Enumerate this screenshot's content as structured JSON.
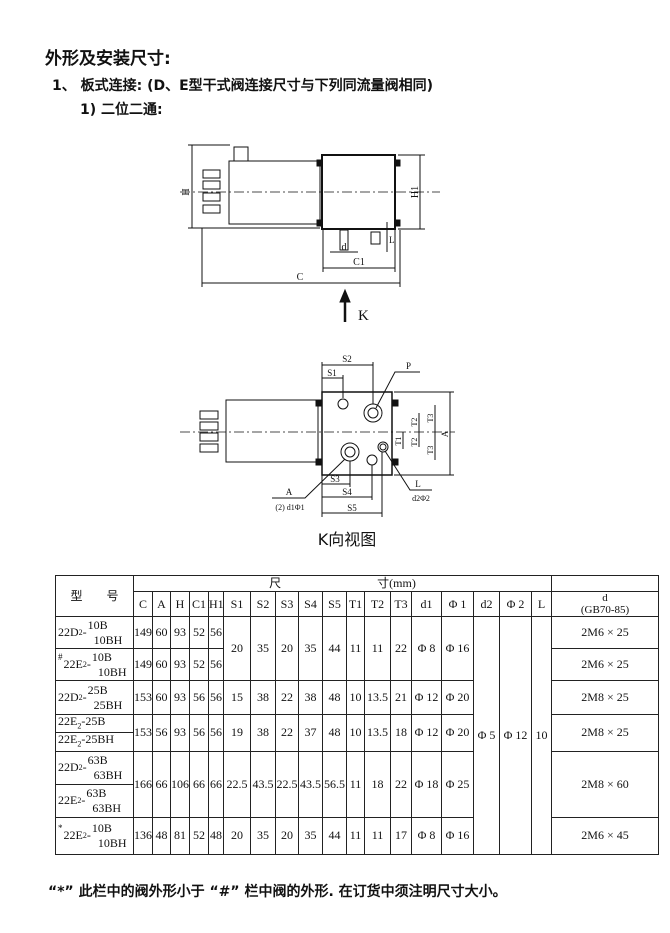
{
  "heading": "外形及安装尺寸:",
  "section": "1、 板式连接: (D、E型干式阀连接尺寸与下列同流量阀相同)",
  "subsection": "1) 二位二通:",
  "side_view": {
    "labels": {
      "H": "H",
      "H1": "H1",
      "d": "d",
      "L": "L",
      "C1": "C1",
      "C": "C",
      "K": "K"
    }
  },
  "k_view": {
    "labels": {
      "S1": "S1",
      "S2": "S2",
      "S3": "S3",
      "S4": "S4",
      "S5": "S5",
      "P": "P",
      "T1": "T1",
      "T2": "T2",
      "T3": "T3",
      "A_dim": "A",
      "A_port": "A",
      "A_port_spec": "(2) d1Φ1",
      "L_port": "L",
      "L_port_spec": "d2Φ2"
    },
    "title": "K向视图"
  },
  "table": {
    "header_model": "型　　号",
    "header_dims": "尺　　　　　　　　寸(mm)",
    "header_d_top": "d",
    "header_d_bottom": "(GB70-85)",
    "columns": [
      "C",
      "A",
      "H",
      "C1",
      "H1",
      "S1",
      "S2",
      "S3",
      "S4",
      "S5",
      "T1",
      "T2",
      "T3",
      "d1",
      "Φ 1",
      "d2",
      "Φ 2",
      "L"
    ],
    "models": [
      {
        "mark": "",
        "prefix": "22D",
        "sub": "2",
        "dash": "-",
        "top": "10B",
        "bottom": "10BH"
      },
      {
        "mark": "#",
        "prefix": "22E",
        "sub": "2",
        "dash": "-",
        "top": "10B",
        "bottom": "10BH"
      },
      {
        "mark": "",
        "prefix": "22D",
        "sub": "2",
        "dash": "-",
        "top": "25B",
        "bottom": "25BH"
      },
      {
        "mark": "",
        "prefix": "22E",
        "sub": "2",
        "dash": "-",
        "top": "25B",
        "bottom": ""
      },
      {
        "mark": "",
        "prefix": "22E",
        "sub": "2",
        "dash": "-",
        "top": "25BH",
        "bottom": ""
      },
      {
        "mark": "",
        "prefix": "22D",
        "sub": "2",
        "dash": "-",
        "top": "63B",
        "bottom": "63BH"
      },
      {
        "mark": "",
        "prefix": "22E",
        "sub": "2",
        "dash": "-",
        "top": "63B",
        "bottom": "63BH"
      },
      {
        "mark": "*",
        "prefix": "22E",
        "sub": "2",
        "dash": "-",
        "top": "10B",
        "bottom": "10BH"
      }
    ],
    "rows": [
      {
        "dims": [
          "149",
          "60",
          "93",
          "52",
          "56"
        ],
        "d": "2M6 × 25"
      },
      {
        "dims": [
          "149",
          "60",
          "93",
          "52",
          "56"
        ],
        "d": "2M6 × 25"
      },
      {
        "dims": [
          "153",
          "60",
          "93",
          "56",
          "56",
          "15",
          "38",
          "22",
          "38",
          "48",
          "10",
          "13.5",
          "21",
          "Φ 12",
          "Φ 20"
        ],
        "d": "2M8 × 25"
      },
      {
        "dims": [
          "153",
          "56",
          "93",
          "56",
          "56",
          "19",
          "38",
          "22",
          "37",
          "48",
          "10",
          "13.5",
          "18",
          "Φ 12",
          "Φ 20"
        ],
        "d": "2M8 × 25"
      },
      {
        "dims": [
          "166",
          "66",
          "106",
          "66",
          "66",
          "22.5",
          "43.5",
          "22.5",
          "43.5",
          "56.5",
          "11",
          "18",
          "22",
          "Φ 18",
          "Φ 25"
        ],
        "d": "2M8 × 60"
      },
      {
        "dims": [
          "136",
          "48",
          "81",
          "52",
          "48",
          "20",
          "35",
          "20",
          "35",
          "44",
          "11",
          "11",
          "17",
          "Φ 8",
          "Φ 16"
        ],
        "d": "2M6 × 45"
      }
    ],
    "shared_10b": [
      "20",
      "35",
      "20",
      "35",
      "44",
      "11",
      "11",
      "22",
      "Φ 8",
      "Φ 16"
    ],
    "shared_all": [
      "Φ 5",
      "Φ 12",
      "10"
    ]
  },
  "footnote": "“*” 此栏中的阀外形小于 “#” 栏中阀的外形. 在订货中须注明尺寸大小。"
}
